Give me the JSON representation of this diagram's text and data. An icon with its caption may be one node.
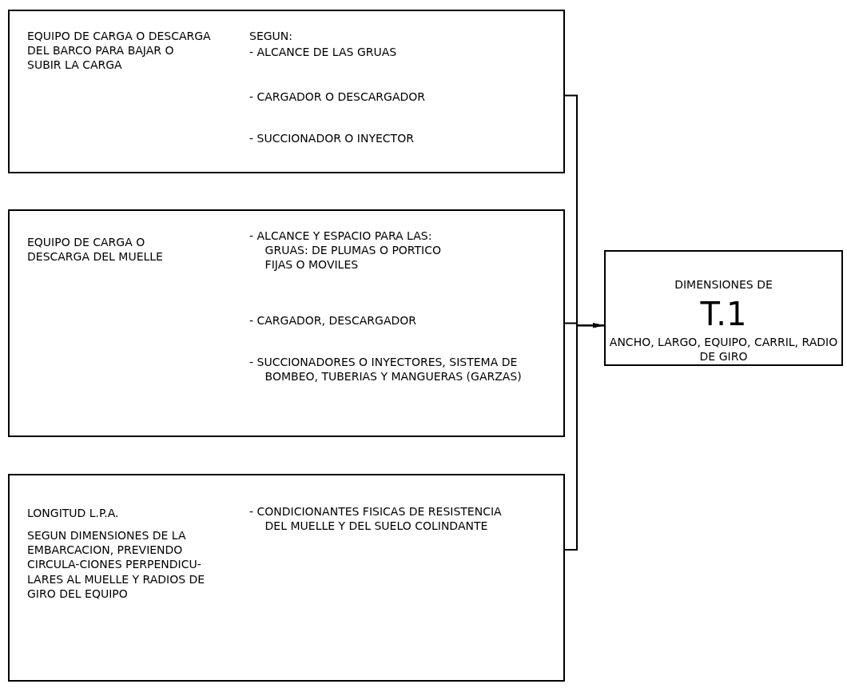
{
  "diagram": {
    "nodes": [
      {
        "text": [
          "EQUIPO DE CARGA O DESCARGA DEL BARCO PARA BAJAR O SUBIR LA CARGA",
          "SEGUN:",
          "- ALCANCE DE LAS GRUAS",
          "- CARGADOR O DESCARGADOR",
          "- SUCCIONADOR O INYECTOR"
        ]
      },
      {
        "text": [
          "EQUIPO DE CARGA O DESCARGA DEL MUELLE",
          "- ALCANCE Y ESPACIO PARA LAS: GRUAS: DE PLUMAS O PORTICO FIJAS O MOVILES",
          "- CARGADOR, DESCARGADOR",
          "- SUCCIONADORES O INYECTORES, SISTEMA DE BOMBEO, TUBERIAS Y MANGUERAS (GARZAS)"
        ]
      },
      {
        "text": [
          "LONGITUD L.P.A.",
          "SEGUN DIMENSIONES DE LA EMBARCACION, PREVIENDO CIRCULA-CIONES PERPENDICU-LARES AL MUELLE Y RADIOS DE GIRO DEL EQUIPO",
          "- CONDICIONANTES FISICAS DE RESISTENCIA DEL MUELLE Y DEL SUELO COLINDANTE"
        ]
      },
      {
        "text": [
          "DIMENSIONES DE",
          "T.1",
          "ANCHO, LARGO, EQUIPO, CARRIL, RADIO DE GIRO"
        ]
      }
    ],
    "edges": [
      {
        "from": 0,
        "to": 3,
        "arrow": "to"
      },
      {
        "from": 1,
        "to": 3,
        "arrow": "to"
      },
      {
        "from": 2,
        "to": 3,
        "arrow": "to"
      }
    ]
  }
}
